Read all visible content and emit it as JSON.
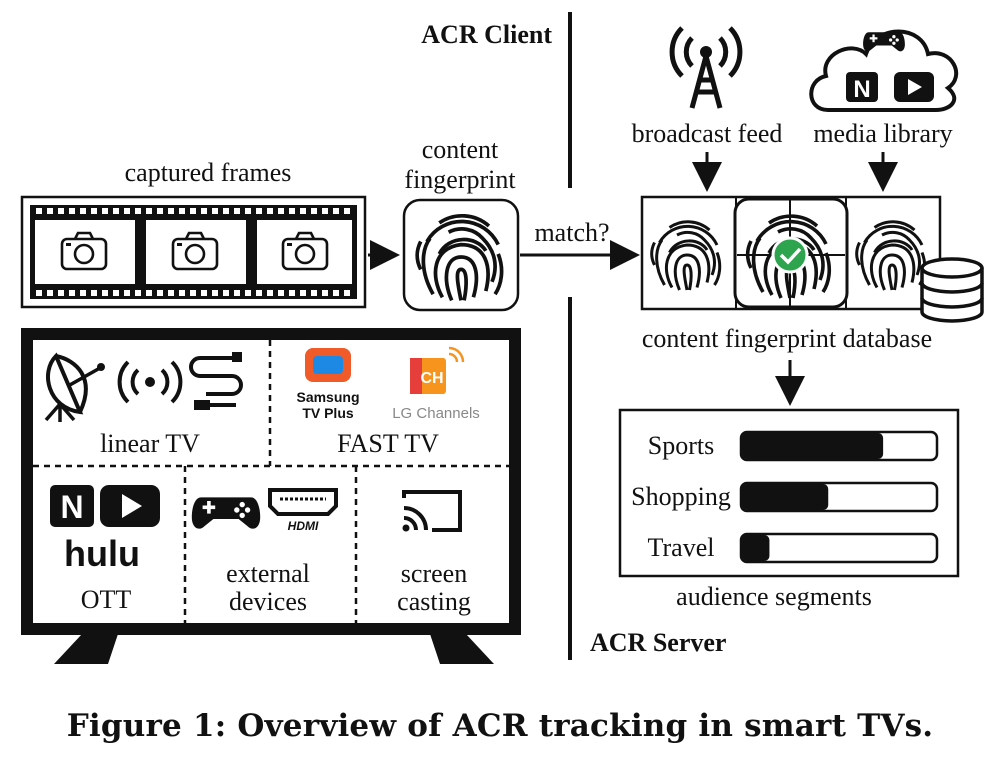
{
  "labels": {
    "acr_client": "ACR Client",
    "acr_server": "ACR Server",
    "captured_frames": "captured frames",
    "content_fingerprint_line1": "content",
    "content_fingerprint_line2": "fingerprint",
    "match": "match?",
    "broadcast_feed": "broadcast feed",
    "media_library": "media library",
    "fingerprint_database": "content fingerprint database",
    "audience_segments": "audience segments"
  },
  "tv_sources": {
    "linear_tv": "linear TV",
    "fast_tv": "FAST TV",
    "ott": "OTT",
    "external_devices_line1": "external",
    "external_devices_line2": "devices",
    "screen_casting_line1": "screen",
    "screen_casting_line2": "casting"
  },
  "logos": {
    "samsung_line1": "Samsung",
    "samsung_line2": "TV Plus",
    "lg_channels": "LG Channels",
    "lg_ch": "CH",
    "hulu": "hulu",
    "netflix": "N",
    "hdmi": "HDMI"
  },
  "segments": [
    {
      "name": "Sports",
      "fill": 0.72
    },
    {
      "name": "Shopping",
      "fill": 0.44
    },
    {
      "name": "Travel",
      "fill": 0.14
    }
  ],
  "colors": {
    "samsung_orange": "#f15a29",
    "samsung_blue": "#1e88e5",
    "lg_orange": "#f7941d",
    "lg_red": "#e63e3b",
    "check_green": "#2ea44f"
  },
  "caption": "Figure 1: Overview of ACR tracking in smart TVs."
}
